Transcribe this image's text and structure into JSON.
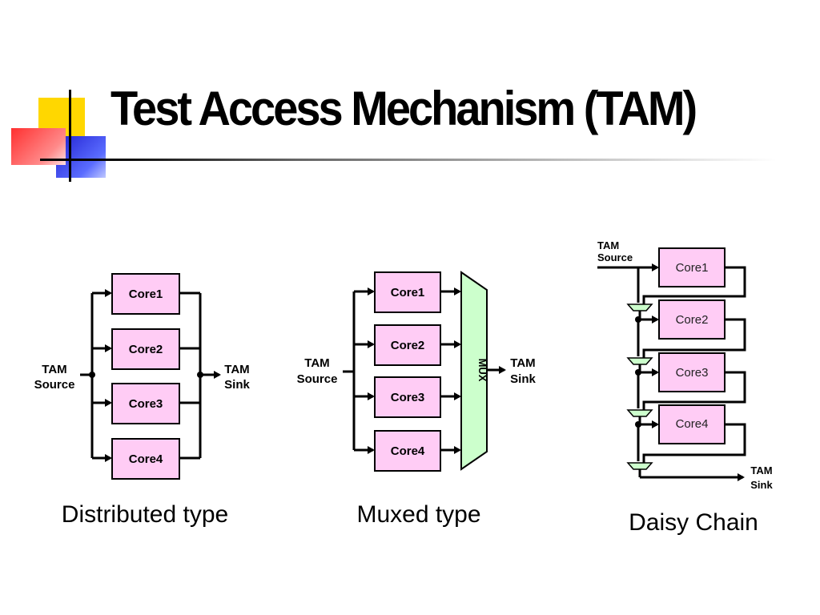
{
  "slide": {
    "title": "Test Access Mechanism (TAM)"
  },
  "distributed": {
    "cores": [
      "Core1",
      "Core2",
      "Core3",
      "Core4"
    ],
    "source_line1": "TAM",
    "source_line2": "Source",
    "sink_line1": "TAM",
    "sink_line2": "Sink",
    "caption": "Distributed type"
  },
  "muxed": {
    "cores": [
      "Core1",
      "Core2",
      "Core3",
      "Core4"
    ],
    "mux_label": "MUX",
    "source_line1": "TAM",
    "source_line2": "Source",
    "sink_line1": "TAM",
    "sink_line2": "Sink",
    "caption": "Muxed type"
  },
  "daisy": {
    "cores": [
      "Core1",
      "Core2",
      "Core3",
      "Core4"
    ],
    "source_line1": "TAM",
    "source_line2": "Source",
    "sink_line1": "TAM",
    "sink_line2": "Sink",
    "caption": "Daisy Chain"
  },
  "colors": {
    "core_fill": "#ffccf5",
    "mux_fill": "#ccffcc",
    "decor_yellow": "#ffd700",
    "decor_blue": "#2b2bd9",
    "decor_red": "#ff4a4a"
  }
}
